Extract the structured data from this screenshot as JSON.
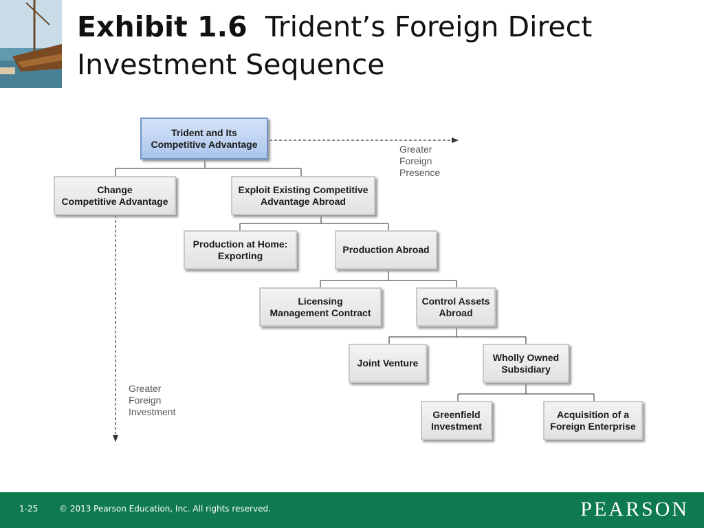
{
  "slide": {
    "title_bold": "Exhibit 1.6",
    "title_rest_line1": "Trident’s Foreign Direct",
    "title_line2": "Investment Sequence"
  },
  "diagram": {
    "root": [
      "Trident and Its",
      "Competitive Advantage"
    ],
    "change": [
      "Change",
      "Competitive Advantage"
    ],
    "exploit": [
      "Exploit Existing Competitive",
      "Advantage Abroad"
    ],
    "home": [
      "Production at Home:",
      "Exporting"
    ],
    "abroad": [
      "Production Abroad"
    ],
    "licensing": [
      "Licensing",
      "Management Contract"
    ],
    "control": [
      "Control Assets",
      "Abroad"
    ],
    "joint": [
      "Joint Venture"
    ],
    "wholly": [
      "Wholly Owned",
      "Subsidiary"
    ],
    "greenfield": [
      "Greenfield",
      "Investment"
    ],
    "acquisition": [
      "Acquisition of a",
      "Foreign Enterprise"
    ],
    "presence_label": [
      "Greater",
      "Foreign",
      "Presence"
    ],
    "investment_label": [
      "Greater",
      "Foreign",
      "Investment"
    ]
  },
  "footer": {
    "page": "1-25",
    "copyright": "© 2013 Pearson Education, Inc. All rights reserved.",
    "brand": "PEARSON"
  },
  "colors": {
    "footer_bg": "#0f7a4f",
    "root_fill": "#aac5ec",
    "node_fill": "#e6e6e6"
  }
}
